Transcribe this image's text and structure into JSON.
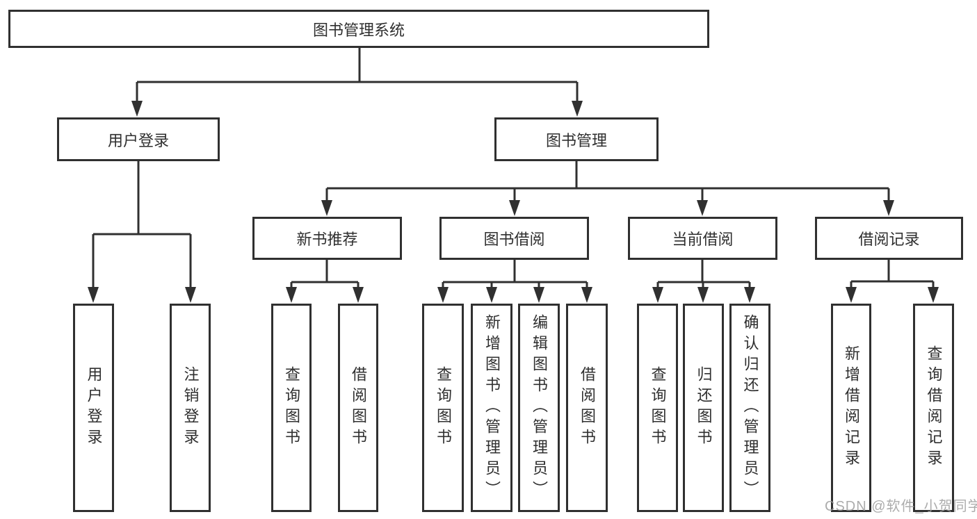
{
  "tree": {
    "label": "图书管理系统",
    "children": [
      {
        "label": "用户登录",
        "children": [
          {
            "label": "用户登录"
          },
          {
            "label": "注销登录"
          }
        ]
      },
      {
        "label": "图书管理",
        "children": [
          {
            "label": "新书推荐",
            "children": [
              {
                "label": "查询图书"
              },
              {
                "label": "借阅图书"
              }
            ]
          },
          {
            "label": "图书借阅",
            "children": [
              {
                "label": "查询图书"
              },
              {
                "label": "新增图书（管理员）"
              },
              {
                "label": "编辑图书（管理员）"
              },
              {
                "label": "借阅图书"
              }
            ]
          },
          {
            "label": "当前借阅",
            "children": [
              {
                "label": "查询图书"
              },
              {
                "label": "归还图书"
              },
              {
                "label": "确认归还（管理员）"
              }
            ]
          },
          {
            "label": "借阅记录",
            "children": [
              {
                "label": "新增借阅记录"
              },
              {
                "label": "查询借阅记录"
              }
            ]
          }
        ]
      }
    ]
  },
  "watermark": {
    "text": "CSDN @软件_小贺同学"
  },
  "colors": {
    "line": "#303030",
    "text": "#2f2f2f",
    "background": "#ffffff",
    "watermark": "#9e9e9e"
  }
}
